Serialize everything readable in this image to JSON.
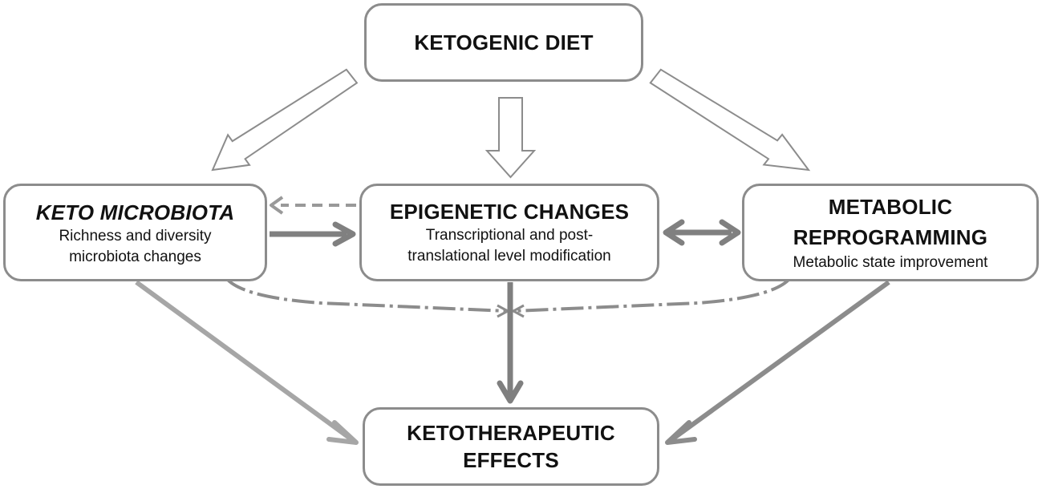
{
  "diagram": {
    "nodes": {
      "ketogenic_diet": {
        "title": "KETOGENIC DIET"
      },
      "keto_microbiota": {
        "title": "KETO MICROBIOTA",
        "subtitle_lines": [
          "Richness and diversity",
          "microbiota changes"
        ]
      },
      "epigenetic_changes": {
        "title": "EPIGENETIC CHANGES",
        "subtitle_lines": [
          "Transcriptional and post-",
          "translational level modification"
        ]
      },
      "metabolic_reprogramming": {
        "title_lines": [
          "METABOLIC",
          "REPROGRAMMING"
        ],
        "subtitle": "Metabolic state improvement"
      },
      "ketotherapeutic_effects": {
        "title_lines": [
          "KETOTHERAPEUTIC",
          "EFFECTS"
        ]
      }
    },
    "edges": [
      {
        "from": "ketogenic_diet",
        "to": "keto_microbiota",
        "style": "hollow-block"
      },
      {
        "from": "ketogenic_diet",
        "to": "epigenetic_changes",
        "style": "hollow-block"
      },
      {
        "from": "ketogenic_diet",
        "to": "metabolic_reprogramming",
        "style": "hollow-block"
      },
      {
        "from": "epigenetic_changes",
        "to": "keto_microbiota",
        "style": "dashed"
      },
      {
        "from": "keto_microbiota",
        "to": "epigenetic_changes",
        "style": "solid"
      },
      {
        "from": "epigenetic_changes",
        "to": "metabolic_reprogramming",
        "style": "solid-bidirectional"
      },
      {
        "from": "keto_microbiota",
        "to": "ketotherapeutic_effects",
        "style": "solid"
      },
      {
        "from": "epigenetic_changes",
        "to": "ketotherapeutic_effects",
        "style": "solid"
      },
      {
        "from": "metabolic_reprogramming",
        "to": "ketotherapeutic_effects",
        "style": "solid"
      },
      {
        "from": "keto_microbiota",
        "to": "epigenetic_changes",
        "style": "dash-dot-curve"
      },
      {
        "from": "metabolic_reprogramming",
        "to": "epigenetic_changes",
        "style": "dash-dot-curve"
      }
    ],
    "colors": {
      "box_border": "#8c8c8c",
      "arrow_dark": "#7f7f7f",
      "arrow_light": "#a6a6a6",
      "text": "#111111"
    }
  }
}
